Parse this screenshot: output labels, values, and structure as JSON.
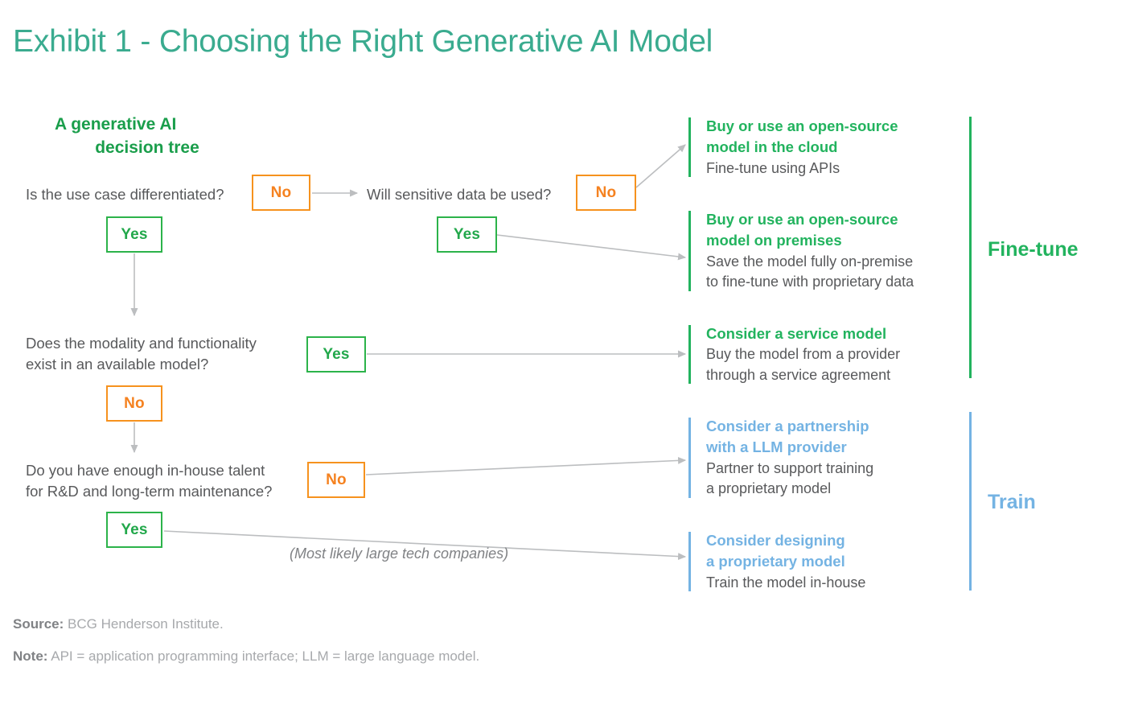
{
  "title": "Exhibit 1 - Choosing the Right Generative AI Model",
  "tree": {
    "subtitle_line1": "A generative AI",
    "subtitle_line2": "decision tree",
    "annotation": "(Most likely large tech companies)"
  },
  "questions": [
    {
      "id": "q1",
      "text": "Is the use case differentiated?"
    },
    {
      "id": "q2",
      "text": "Will sensitive data be used?"
    },
    {
      "id": "q3",
      "text": "Does the modality and functionality\nexist in an available model?"
    },
    {
      "id": "q4",
      "text": "Do you have enough in-house talent\nfor R&D and long-term maintenance?"
    }
  ],
  "decisions": [
    {
      "id": "q1-no",
      "label": "No",
      "type": "no"
    },
    {
      "id": "q1-yes",
      "label": "Yes",
      "type": "yes"
    },
    {
      "id": "q2-no",
      "label": "No",
      "type": "no"
    },
    {
      "id": "q2-yes",
      "label": "Yes",
      "type": "yes"
    },
    {
      "id": "q3-yes",
      "label": "Yes",
      "type": "yes"
    },
    {
      "id": "q3-no",
      "label": "No",
      "type": "no"
    },
    {
      "id": "q4-no",
      "label": "No",
      "type": "no"
    },
    {
      "id": "q4-yes",
      "label": "Yes",
      "type": "yes"
    }
  ],
  "outcomes": [
    {
      "id": "outcome-cloud",
      "title": "Buy or use an open-source\nmodel in the cloud",
      "subtitle": "Fine-tune using APIs",
      "group": "fine-tune"
    },
    {
      "id": "outcome-premises",
      "title": "Buy or use an open-source\nmodel on premises",
      "subtitle": "Save the model fully on-premise\nto fine-tune with proprietary data",
      "group": "fine-tune"
    },
    {
      "id": "outcome-service",
      "title": "Consider a service model",
      "subtitle": "Buy the model from a provider\nthrough a service agreement",
      "group": "fine-tune"
    },
    {
      "id": "outcome-partnership",
      "title": "Consider a partnership\nwith a LLM provider",
      "subtitle": "Partner to support training\na proprietary model",
      "group": "train"
    },
    {
      "id": "outcome-proprietary",
      "title": "Consider designing\na proprietary model",
      "subtitle": "Train the model in-house",
      "group": "train"
    }
  ],
  "groups": [
    {
      "id": "group-fine-tune",
      "label": "Fine-tune"
    },
    {
      "id": "group-train",
      "label": "Train"
    }
  ],
  "footer": {
    "source_label": "Source:",
    "source_text": " BCG Henderson Institute.",
    "note_label": "Note:",
    "note_text": " API = application programming interface; LLM = large language model."
  },
  "colors": {
    "title_teal": "#3aab8f",
    "subtitle_green": "#1a9e4b",
    "yes_green": "#2cb34a",
    "no_orange": "#f6921e",
    "outcome_green": "#22b35e",
    "outcome_blue": "#74b3e3",
    "body_gray": "#58595b",
    "footnote_gray": "#a7a9ac",
    "connector_gray": "#bcbec0"
  }
}
